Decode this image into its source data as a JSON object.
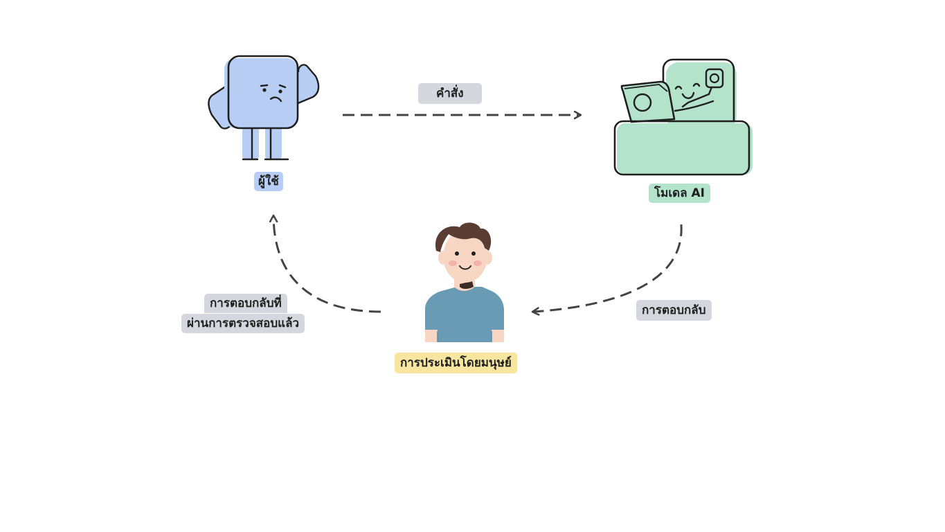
{
  "diagram": {
    "nodes": {
      "user": {
        "label": "ผู้ใช้",
        "icon": "user-cube-character-icon",
        "color": "#b7cdf3"
      },
      "model": {
        "label": "โมเดล AI",
        "icon": "ai-robot-laptop-icon",
        "color": "#b4e3cb"
      },
      "human": {
        "label": "การประเมินโดยมนุษย์",
        "icon": "human-reviewer-icon",
        "color": "#f7e6a0"
      }
    },
    "edges": {
      "instruction": {
        "from": "user",
        "to": "model",
        "label": "คำสั่ง"
      },
      "response": {
        "from": "model",
        "to": "human",
        "label": "การตอบกลับ"
      },
      "verified": {
        "from": "human",
        "to": "user",
        "label_line1": "การตอบกลับที่",
        "label_line2": "ผ่านการตรวจสอบแล้ว"
      }
    },
    "colors": {
      "user_fill": "#b7cdf3",
      "model_fill": "#b4e3cb",
      "human_label": "#f7e6a0",
      "edge_label": "#d4d8de",
      "arrow": "#444444",
      "shirt": "#6a9bb5",
      "hair": "#5a3c32",
      "skin": "#f7d6c4"
    }
  }
}
